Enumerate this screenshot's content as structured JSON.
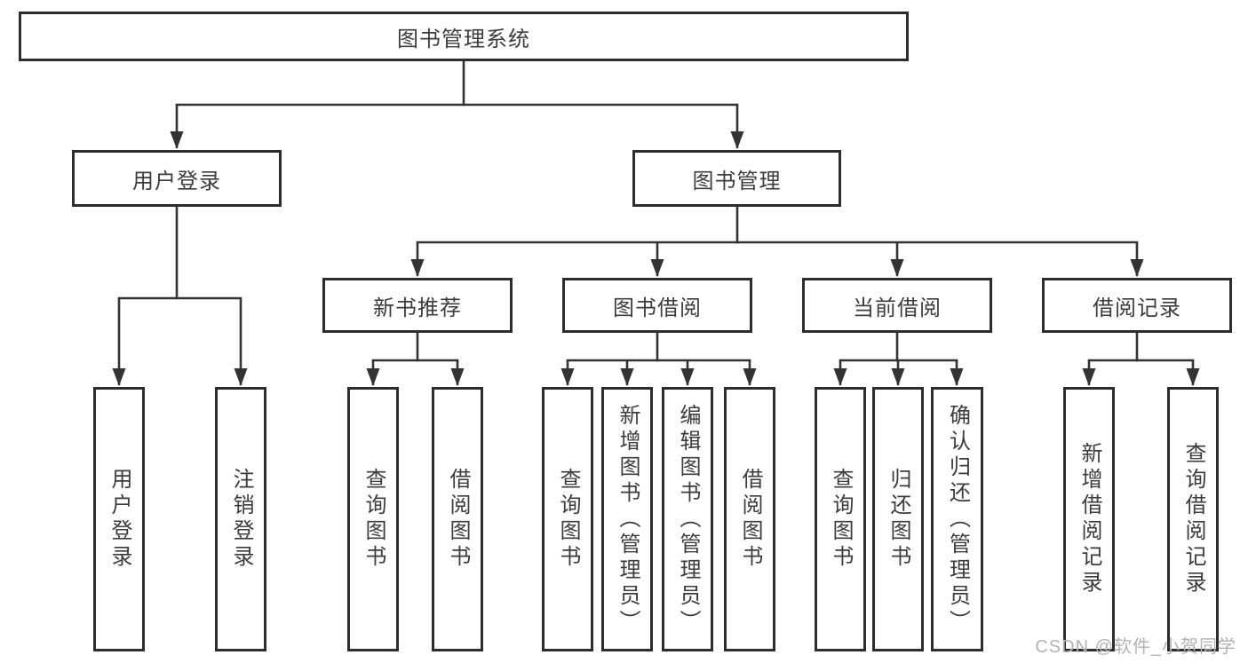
{
  "colors": {
    "line": "#333333",
    "box_border": "#2d2d2d",
    "text": "#3c3c3c",
    "watermark": "#b3b3b3",
    "background": "#ffffff"
  },
  "watermark": "CSDN @软件_小贺同学",
  "diagram": {
    "type": "tree",
    "root": {
      "label": "图书管理系统",
      "children": [
        {
          "label": "用户登录",
          "children": [
            {
              "label": "用户登录"
            },
            {
              "label": "注销登录"
            }
          ]
        },
        {
          "label": "图书管理",
          "children": [
            {
              "label": "新书推荐",
              "children": [
                {
                  "label": "查询图书"
                },
                {
                  "label": "借阅图书"
                }
              ]
            },
            {
              "label": "图书借阅",
              "children": [
                {
                  "label": "查询图书"
                },
                {
                  "label": "新增图书（管理员）"
                },
                {
                  "label": "编辑图书（管理员）"
                },
                {
                  "label": "借阅图书"
                }
              ]
            },
            {
              "label": "当前借阅",
              "children": [
                {
                  "label": "查询图书"
                },
                {
                  "label": "归还图书"
                },
                {
                  "label": "确认归还（管理员）"
                }
              ]
            },
            {
              "label": "借阅记录",
              "children": [
                {
                  "label": "新增借阅记录"
                },
                {
                  "label": "查询借阅记录"
                }
              ]
            }
          ]
        }
      ]
    }
  }
}
